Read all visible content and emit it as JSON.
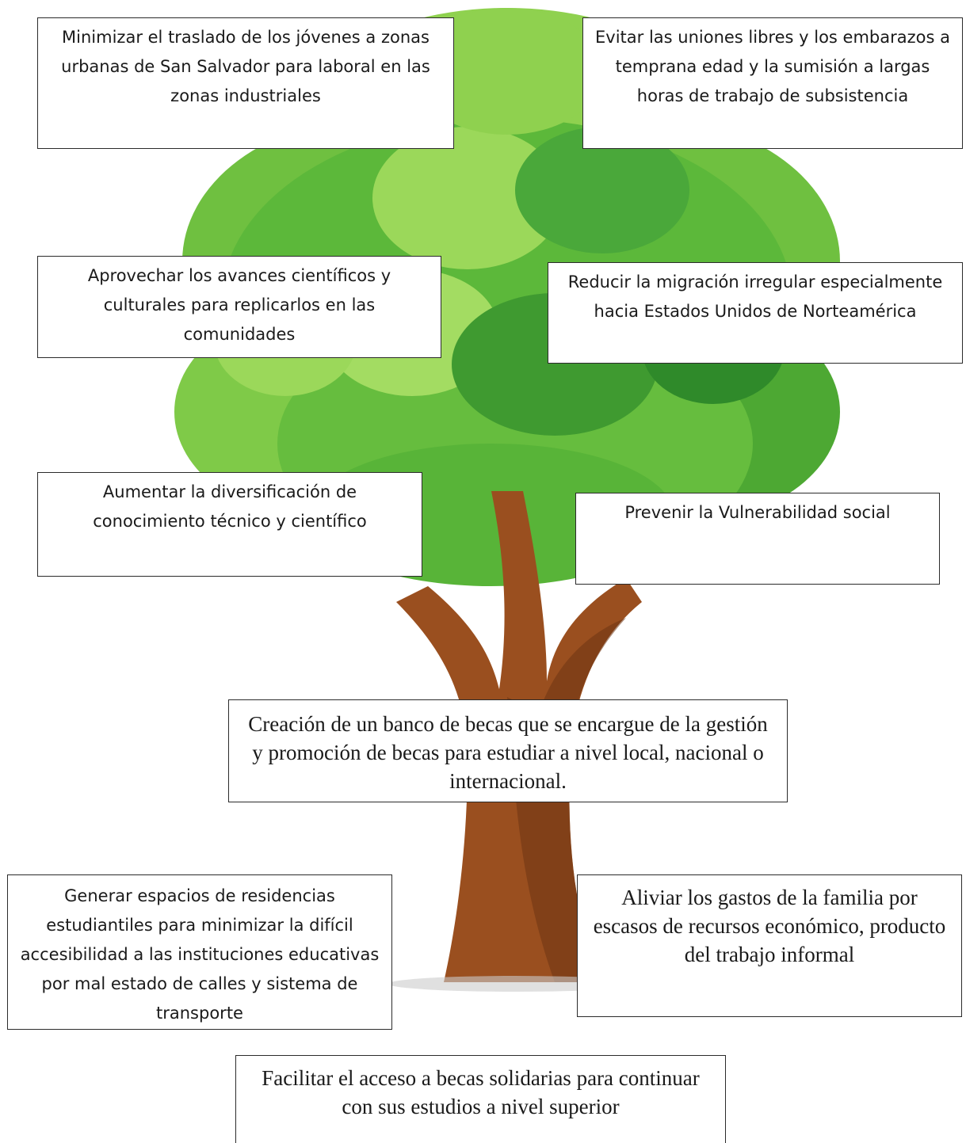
{
  "effects": [
    "Minimizar el traslado de los jóvenes a zonas urbanas de San Salvador para laboral en las zonas industriales",
    "Evitar las uniones libres y los embarazos a temprana edad y la sumisión a largas horas de trabajo de subsistencia",
    "Aprovechar los avances científicos y culturales para replicarlos en las comunidades",
    "Reducir la migración irregular especialmente hacia Estados Unidos de Norteamérica",
    "Aumentar la diversificación de conocimiento técnico y científico",
    "Prevenir la Vulnerabilidad social"
  ],
  "central": "Creación de un banco de becas que se encargue de  la gestión y promoción de becas para estudiar a nivel local,  nacional o internacional.",
  "roots": [
    "Generar espacios de residencias estudiantiles para minimizar la difícil accesibilidad a las instituciones educativas por mal estado de calles y sistema de transporte",
    "Aliviar los gastos de la familia por escasos de recursos económico, producto del trabajo informal",
    "Facilitar el acceso a becas solidarias para continuar con sus estudios a nivel superior"
  ],
  "colors": {
    "foliage_light": "#8fd14f",
    "foliage_mid": "#5cb83a",
    "foliage_dark": "#2f8a2a",
    "trunk": "#9a4f1f",
    "trunk_dark": "#6e3512",
    "border": "#2b2b2b"
  }
}
